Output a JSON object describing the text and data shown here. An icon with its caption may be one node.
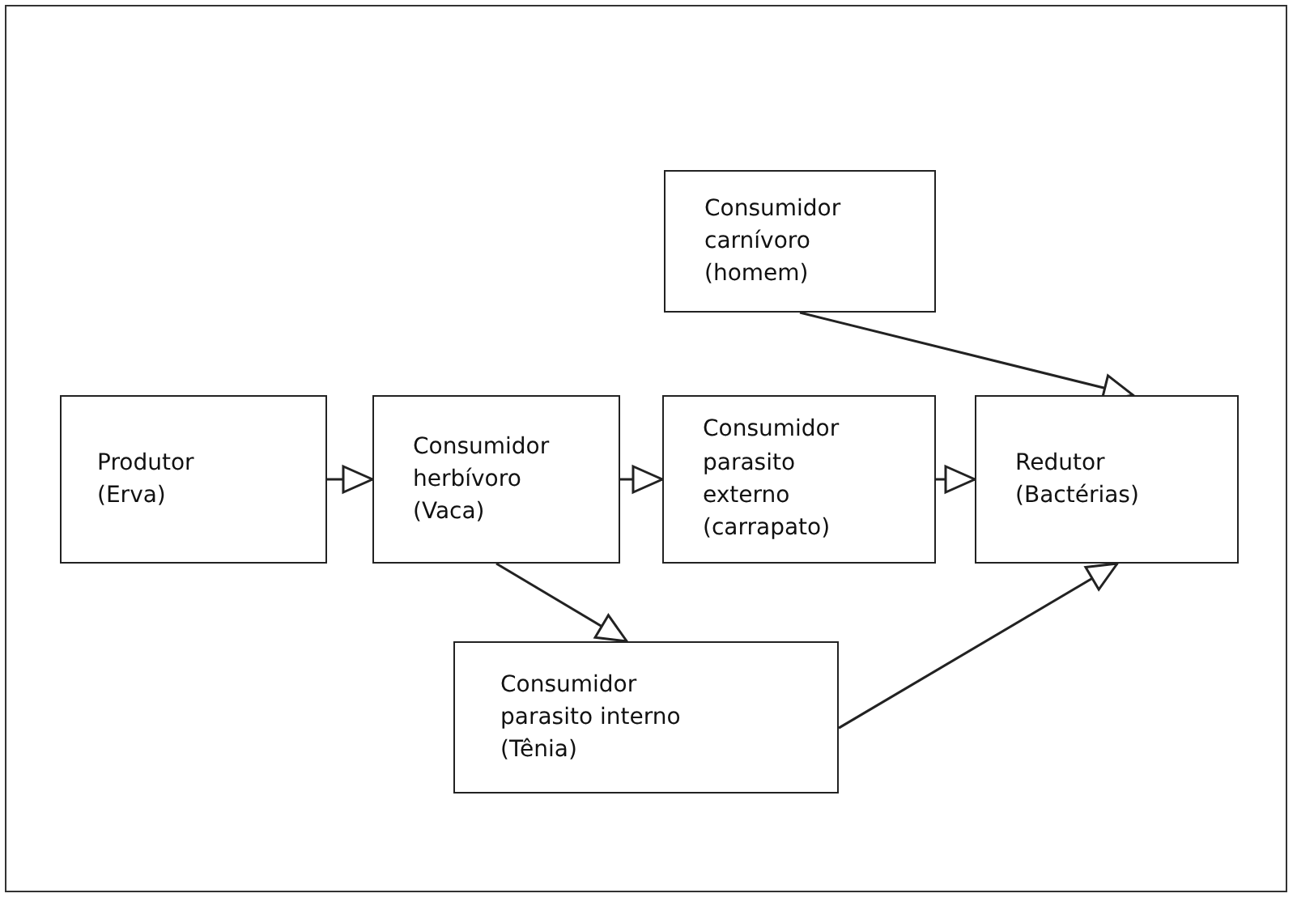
{
  "diagram": {
    "nodes": [
      {
        "text": [
          "Produtor (Erva)"
        ]
      },
      {
        "text": [
          "Consumidor herbívoro (Vaca)"
        ]
      },
      {
        "text": [
          "Consumidor parasito externo (carrapato)"
        ]
      },
      {
        "text": [
          "Redutor (Bactérias)"
        ]
      },
      {
        "text": [
          "Consumidor carnívoro (homem)"
        ]
      },
      {
        "text": [
          "Consumidor parasito interno (Tênia)"
        ]
      }
    ],
    "edges": [
      {
        "from": 0,
        "to": 1,
        "arrow": "to"
      },
      {
        "from": 1,
        "to": 2,
        "arrow": "to"
      },
      {
        "from": 2,
        "to": 3,
        "arrow": "to"
      },
      {
        "from": 4,
        "to": 3,
        "arrow": "to"
      },
      {
        "from": 1,
        "to": 5,
        "arrow": "to"
      },
      {
        "from": 5,
        "to": 3,
        "arrow": "to"
      }
    ]
  }
}
